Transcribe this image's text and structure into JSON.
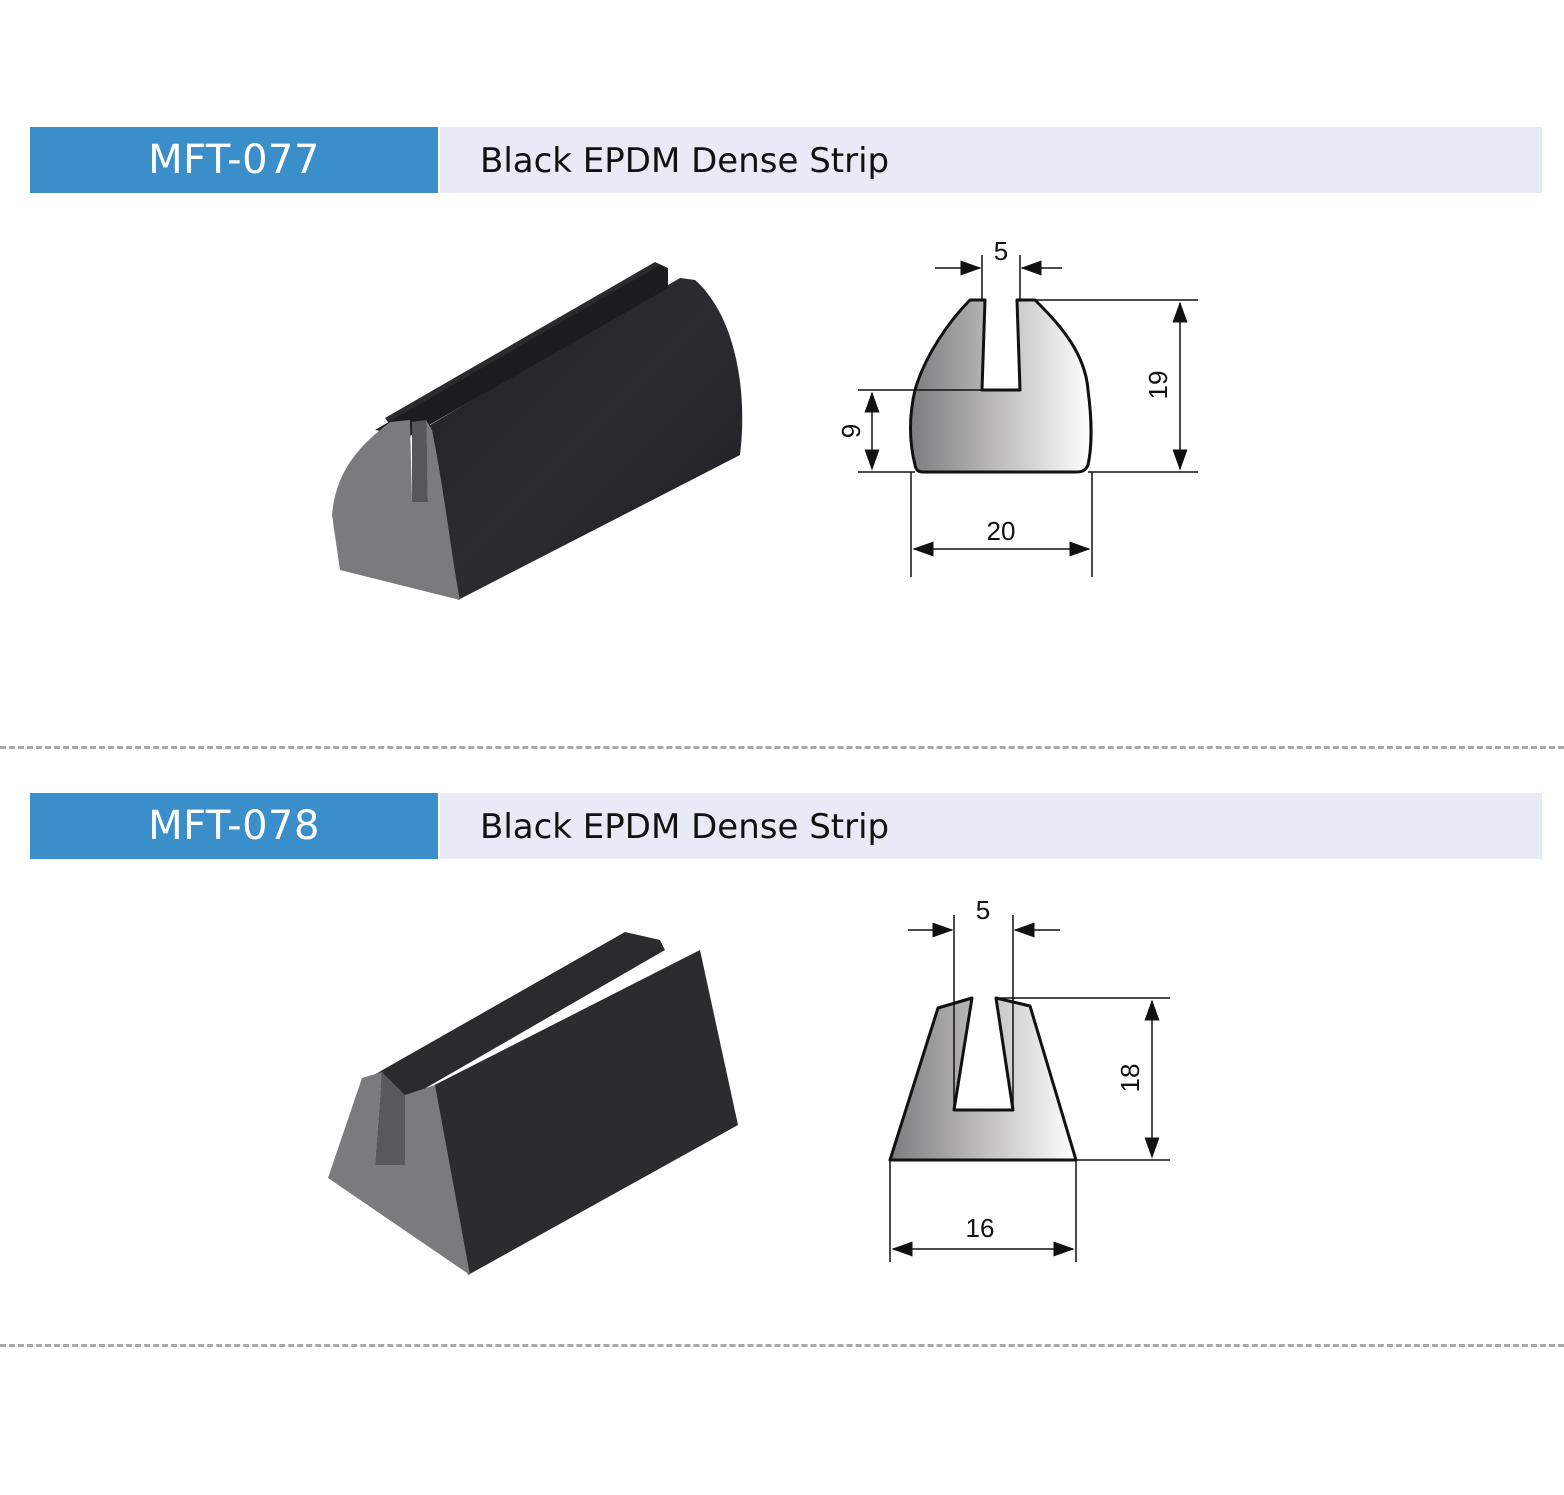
{
  "products": [
    {
      "code": "MFT-077",
      "name": "Black EPDM Dense Strip",
      "dimensions": {
        "top_gap": "5",
        "height": "19",
        "base_height": "9",
        "width": "20"
      }
    },
    {
      "code": "MFT-078",
      "name": "Black EPDM Dense Strip",
      "dimensions": {
        "top_gap": "5",
        "height": "18",
        "width": "16"
      }
    }
  ],
  "colors": {
    "accent": "#3a8fcb",
    "band": "#e8ebf5",
    "rubber": "#2b2c2e",
    "profile": "#7d7e80"
  }
}
